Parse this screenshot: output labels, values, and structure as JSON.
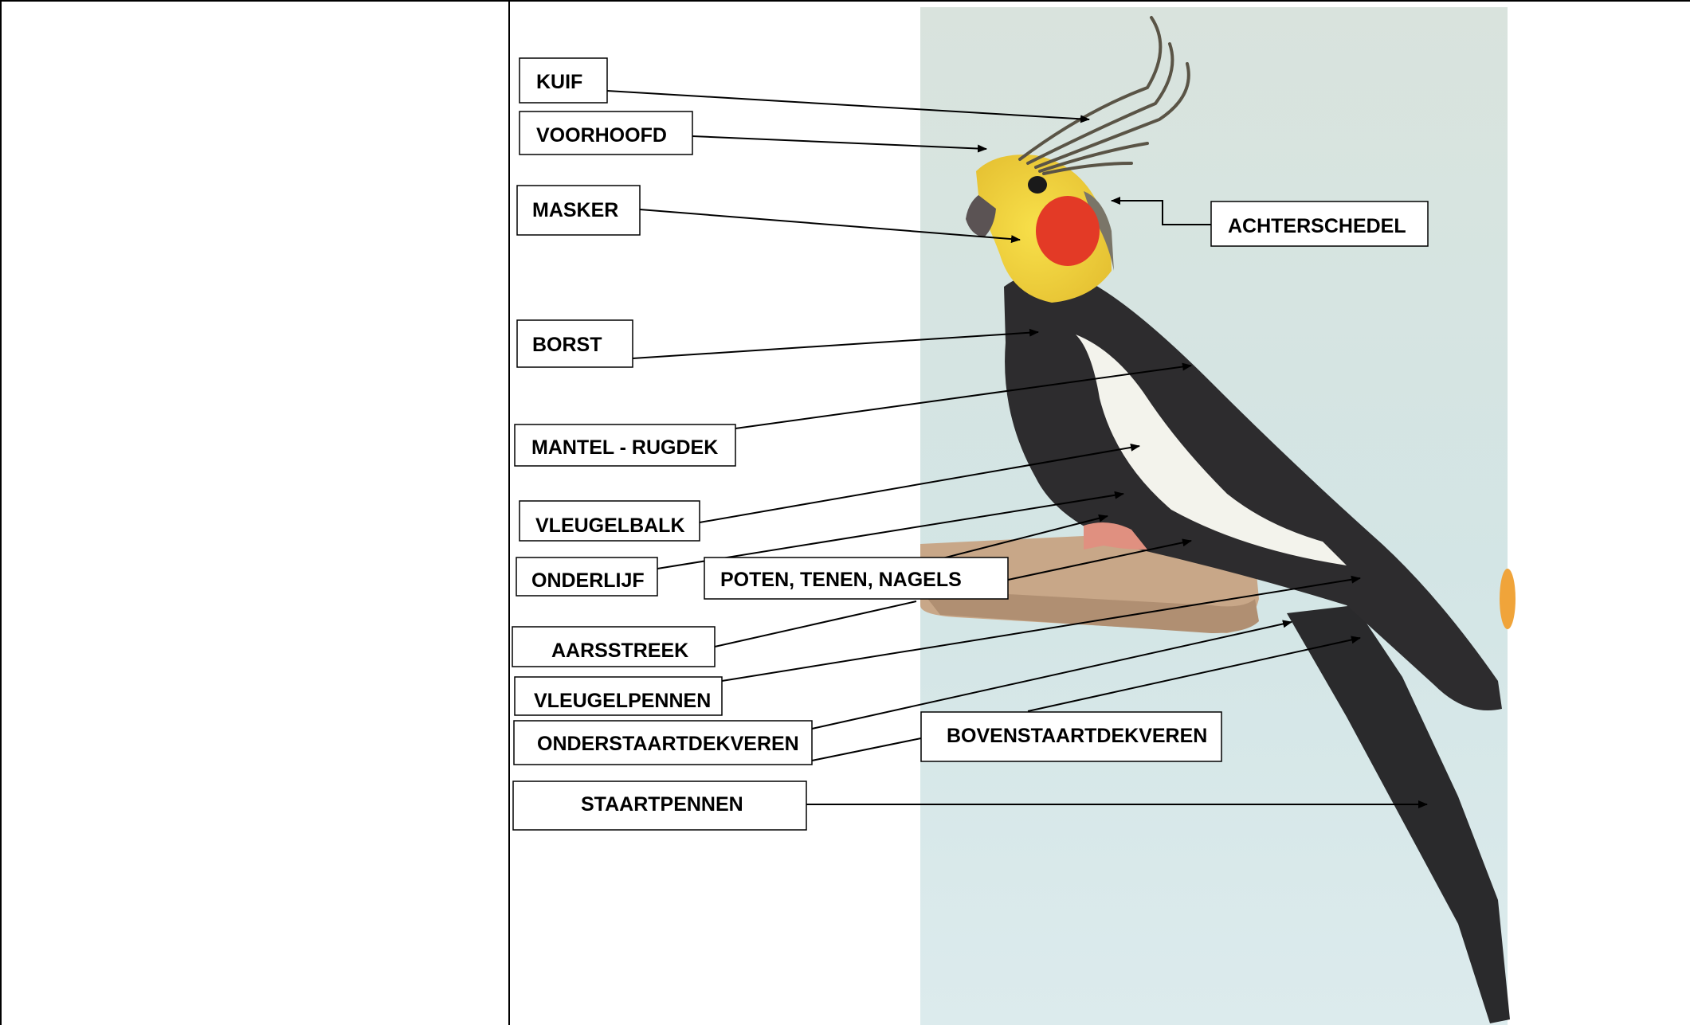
{
  "labels": {
    "kuif": "KUIF",
    "voorhoofd": "VOORHOOFD",
    "masker": "MASKER",
    "achterschedel": "ACHTERSCHEDEL",
    "borst": "BORST",
    "mantel_rugdek": "MANTEL - RUGDEK",
    "vleugelbalk": "VLEUGELBALK",
    "onderlijf": "ONDERLIJF",
    "poten_tenen_nagels": "POTEN, TENEN, NAGELS",
    "aarsstreek": "AARSSTREEK",
    "vleugelpennen": "VLEUGELPENNEN",
    "onderstaartdekveren": "ONDERSTAARTDEKVEREN",
    "bovenstaartdekveren": "BOVENSTAARTDEKVEREN",
    "staartpennen": "STAARTPENNEN"
  },
  "colors": {
    "background_photo": "#d6e6e4",
    "plumage_dark": "#2c2b2d",
    "face_yellow": "#f2d43a",
    "cheek_patch": "#e23a26",
    "wing_white": "#f4f4ee",
    "perch": "#c9a98a"
  }
}
